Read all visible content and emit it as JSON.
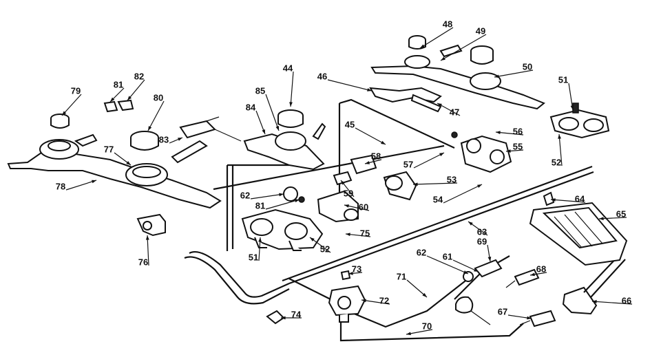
{
  "callouts": [
    {
      "id": "c79",
      "label": "79"
    },
    {
      "id": "c81a",
      "label": "81"
    },
    {
      "id": "c82",
      "label": "82"
    },
    {
      "id": "c80",
      "label": "80"
    },
    {
      "id": "c77",
      "label": "77"
    },
    {
      "id": "c78",
      "label": "78"
    },
    {
      "id": "c83",
      "label": "83"
    },
    {
      "id": "c84a",
      "label": "84"
    },
    {
      "id": "c85a",
      "label": "85"
    },
    {
      "id": "c44",
      "label": "44"
    },
    {
      "id": "c46",
      "label": "46"
    },
    {
      "id": "c48",
      "label": "48"
    },
    {
      "id": "c49",
      "label": "49"
    },
    {
      "id": "c50",
      "label": "50"
    },
    {
      "id": "c51a",
      "label": "51"
    },
    {
      "id": "c47",
      "label": "47"
    },
    {
      "id": "c45",
      "label": "45"
    },
    {
      "id": "c58a",
      "label": "58"
    },
    {
      "id": "c56",
      "label": "56"
    },
    {
      "id": "c55",
      "label": "55"
    },
    {
      "id": "c57",
      "label": "57"
    },
    {
      "id": "c52a",
      "label": "52"
    },
    {
      "id": "c62a",
      "label": "62"
    },
    {
      "id": "c81b",
      "label": "81"
    },
    {
      "id": "c59",
      "label": "59"
    },
    {
      "id": "c53",
      "label": "53"
    },
    {
      "id": "c60",
      "label": "60"
    },
    {
      "id": "c54",
      "label": "54"
    },
    {
      "id": "c64",
      "label": "64"
    },
    {
      "id": "c65",
      "label": "65"
    },
    {
      "id": "c76",
      "label": "76"
    },
    {
      "id": "c51b",
      "label": "51"
    },
    {
      "id": "c52b",
      "label": "52"
    },
    {
      "id": "c75",
      "label": "75"
    },
    {
      "id": "c63",
      "label": "63"
    },
    {
      "id": "c62b",
      "label": "62"
    },
    {
      "id": "c61",
      "label": "61"
    },
    {
      "id": "c69",
      "label": "69"
    },
    {
      "id": "c73",
      "label": "73"
    },
    {
      "id": "c71",
      "label": "71"
    },
    {
      "id": "c68",
      "label": "68"
    },
    {
      "id": "c72",
      "label": "72"
    },
    {
      "id": "c74",
      "label": "74"
    },
    {
      "id": "c70",
      "label": "70"
    },
    {
      "id": "c67",
      "label": "67"
    },
    {
      "id": "c66",
      "label": "66"
    }
  ]
}
